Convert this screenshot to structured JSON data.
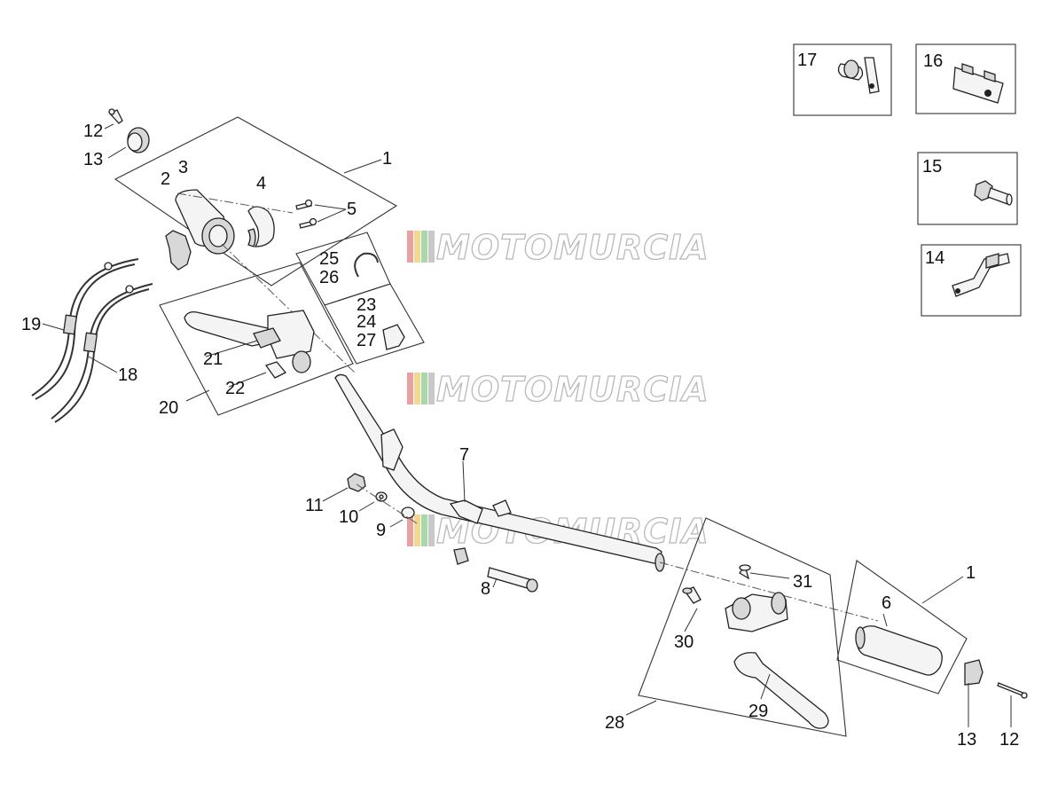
{
  "watermark": {
    "text": "MOTOMURCIA",
    "stripe_colors": [
      "#e8a0a0",
      "#f0d890",
      "#a8d8a8",
      "#b8b8b8"
    ]
  },
  "part_numbers": {
    "n1a": "1",
    "n1b": "1",
    "n2": "2",
    "n3": "3",
    "n4": "4",
    "n5": "5",
    "n6": "6",
    "n7": "7",
    "n8": "8",
    "n9": "9",
    "n10": "10",
    "n11": "11",
    "n12a": "12",
    "n12b": "12",
    "n13a": "13",
    "n13b": "13",
    "n14": "14",
    "n15": "15",
    "n16": "16",
    "n17": "17",
    "n18": "18",
    "n19": "19",
    "n20": "20",
    "n21": "21",
    "n22": "22",
    "n23": "23",
    "n24": "24",
    "n25": "25",
    "n26": "26",
    "n27": "27",
    "n28": "28",
    "n29": "29",
    "n30": "30",
    "n31": "31"
  }
}
